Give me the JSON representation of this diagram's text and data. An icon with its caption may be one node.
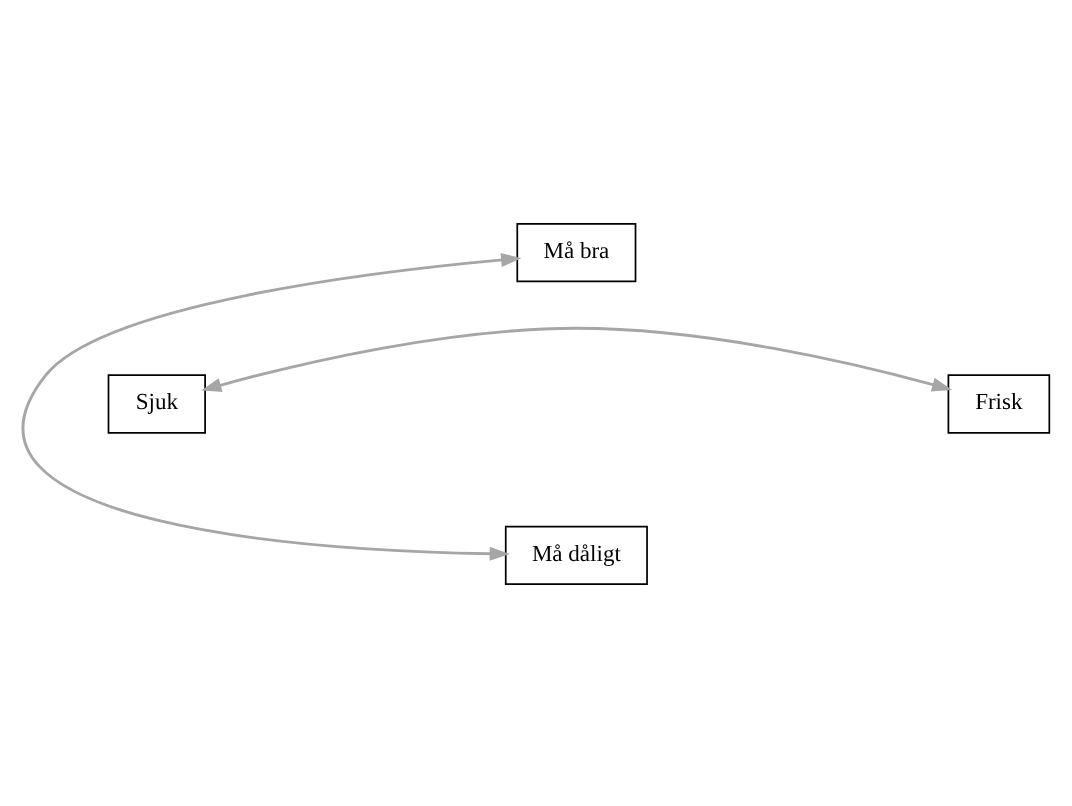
{
  "diagram": {
    "nodes": [
      {
        "text": [
          "Må bra"
        ]
      },
      {
        "text": [
          "Sjuk"
        ]
      },
      {
        "text": [
          "Frisk"
        ]
      },
      {
        "text": [
          "Må dåligt"
        ]
      }
    ],
    "edges": [
      {
        "from": 1,
        "to": 2,
        "arrow": "both",
        "color": "#a6a6a6"
      },
      {
        "from": 0,
        "to": 3,
        "arrow": "both",
        "color": "#a6a6a6"
      }
    ]
  }
}
